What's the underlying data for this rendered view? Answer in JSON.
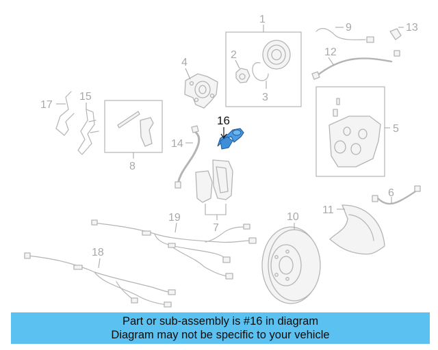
{
  "diagram": {
    "highlighted_callout": "16",
    "highlight_color": "#3f8fd8",
    "callouts": [
      {
        "id": "c1",
        "label": "1"
      },
      {
        "id": "c2",
        "label": "2"
      },
      {
        "id": "c3",
        "label": "3"
      },
      {
        "id": "c4",
        "label": "4"
      },
      {
        "id": "c5",
        "label": "5"
      },
      {
        "id": "c6",
        "label": "6"
      },
      {
        "id": "c7",
        "label": "7"
      },
      {
        "id": "c8",
        "label": "8"
      },
      {
        "id": "c9",
        "label": "9"
      },
      {
        "id": "c10",
        "label": "10"
      },
      {
        "id": "c11",
        "label": "11"
      },
      {
        "id": "c12",
        "label": "12"
      },
      {
        "id": "c13",
        "label": "13"
      },
      {
        "id": "c14",
        "label": "14"
      },
      {
        "id": "c15",
        "label": "15"
      },
      {
        "id": "c16",
        "label": "16"
      },
      {
        "id": "c17",
        "label": "17"
      },
      {
        "id": "c18",
        "label": "18"
      },
      {
        "id": "c19",
        "label": "19"
      }
    ]
  },
  "banner": {
    "line1": "Part or sub-assembly is #16 in diagram",
    "line2": "Diagram may not be specific to your vehicle",
    "color": "#5bc1f1"
  }
}
